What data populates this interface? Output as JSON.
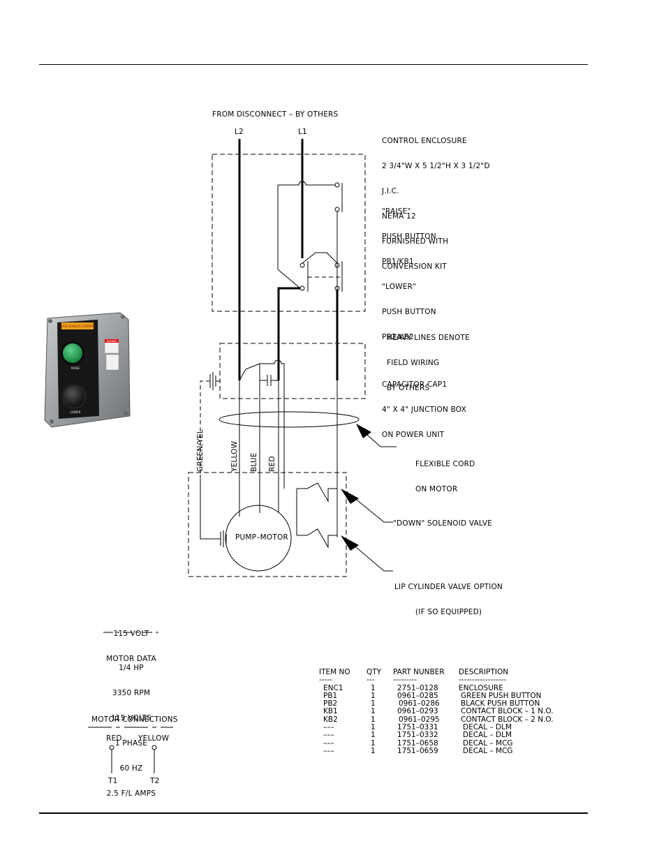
{
  "diagram": {
    "source_label": "FROM DISCONNECT – BY OTHERS",
    "l2_label": "L2",
    "l1_label": "L1",
    "enclosure_note": [
      "CONTROL ENCLOSURE",
      "2 3/4\"W X 5 1/2\"H X 3 1/2\"D",
      "J.I.C.",
      "NEMA 12",
      "FURNISHED WITH",
      "CONVERSION KIT"
    ],
    "raise_note": [
      "\"RAISE\"",
      "PUSH BUTTON",
      "PB1/KB1"
    ],
    "lower_note": [
      "\"LOWER\"",
      "PUSH BUTTON",
      "PB2/KB2"
    ],
    "heavy_note": [
      "HEAVY LINES DENOTE",
      "FIELD WIRING",
      "BY OTHERS"
    ],
    "capacitor_note": [
      "CAPACITOR CAP1",
      "4\" X 4\" JUNCTION BOX",
      "ON POWER UNIT"
    ],
    "cord_note": [
      "FLEXIBLE CORD",
      "ON MOTOR"
    ],
    "solenoid_note": "\"DOWN\" SOLENOID VALVE",
    "lip_note": [
      "LIP CYLINDER VALVE OPTION",
      "(IF SO EQUIPPED)"
    ],
    "wire_labels": {
      "green_yel": "GREEN/YEL",
      "yellow": "YELLOW",
      "blue": "BLUE",
      "red": "RED"
    },
    "pump_motor_label": "PUMP–MOTOR"
  },
  "motor_data": {
    "title_line1": "115 VOLT",
    "title_line2": "MOTOR DATA",
    "specs": [
      "1/4 HP",
      "3350 RPM",
      "115 VOLTS",
      "1 PHASE",
      "60 HZ",
      "2.5 F/L AMPS"
    ]
  },
  "motor_connections": {
    "title": "MOTOR CONNECTIONS",
    "left_wire": "RED",
    "right_wire": "YELLOW",
    "left_terminal": "T1",
    "right_terminal": "T2"
  },
  "parts_list": {
    "headers": [
      "ITEM NO",
      "QTY",
      "PART NUNBER",
      "DESCRIPTION"
    ],
    "underlines": [
      "-----",
      "---",
      "---------",
      "------------------"
    ],
    "rows": [
      [
        "ENC1",
        "1",
        "2751–0128",
        "ENCLOSURE"
      ],
      [
        "PB1",
        "1",
        "0961–0285",
        "GREEN PUSH BUTTON"
      ],
      [
        "PB2",
        "1",
        "0961–0286",
        "BLACK PUSH BUTTON"
      ],
      [
        "KB1",
        "1",
        "0961–0293",
        "CONTACT BLOCK – 1 N.O."
      ],
      [
        "KB2",
        "1",
        "0961–0295",
        "CONTACT BLOCK – 2 N.O."
      ],
      [
        "–––",
        "1",
        "1751–0331",
        "DECAL – DLM"
      ],
      [
        "–––",
        "1",
        "1751–0332",
        "DECAL – DLM"
      ],
      [
        "–––",
        "1",
        "1751–0658",
        "DECAL – MCG"
      ],
      [
        "–––",
        "1",
        "1751–0659",
        "DECAL – MCG"
      ]
    ]
  },
  "photo": {
    "device_label": "DOCK LEVELER CONTROL",
    "raise_button_label": "RAISE",
    "lower_button_label": "LOWER",
    "warning_label": "WARNING"
  }
}
